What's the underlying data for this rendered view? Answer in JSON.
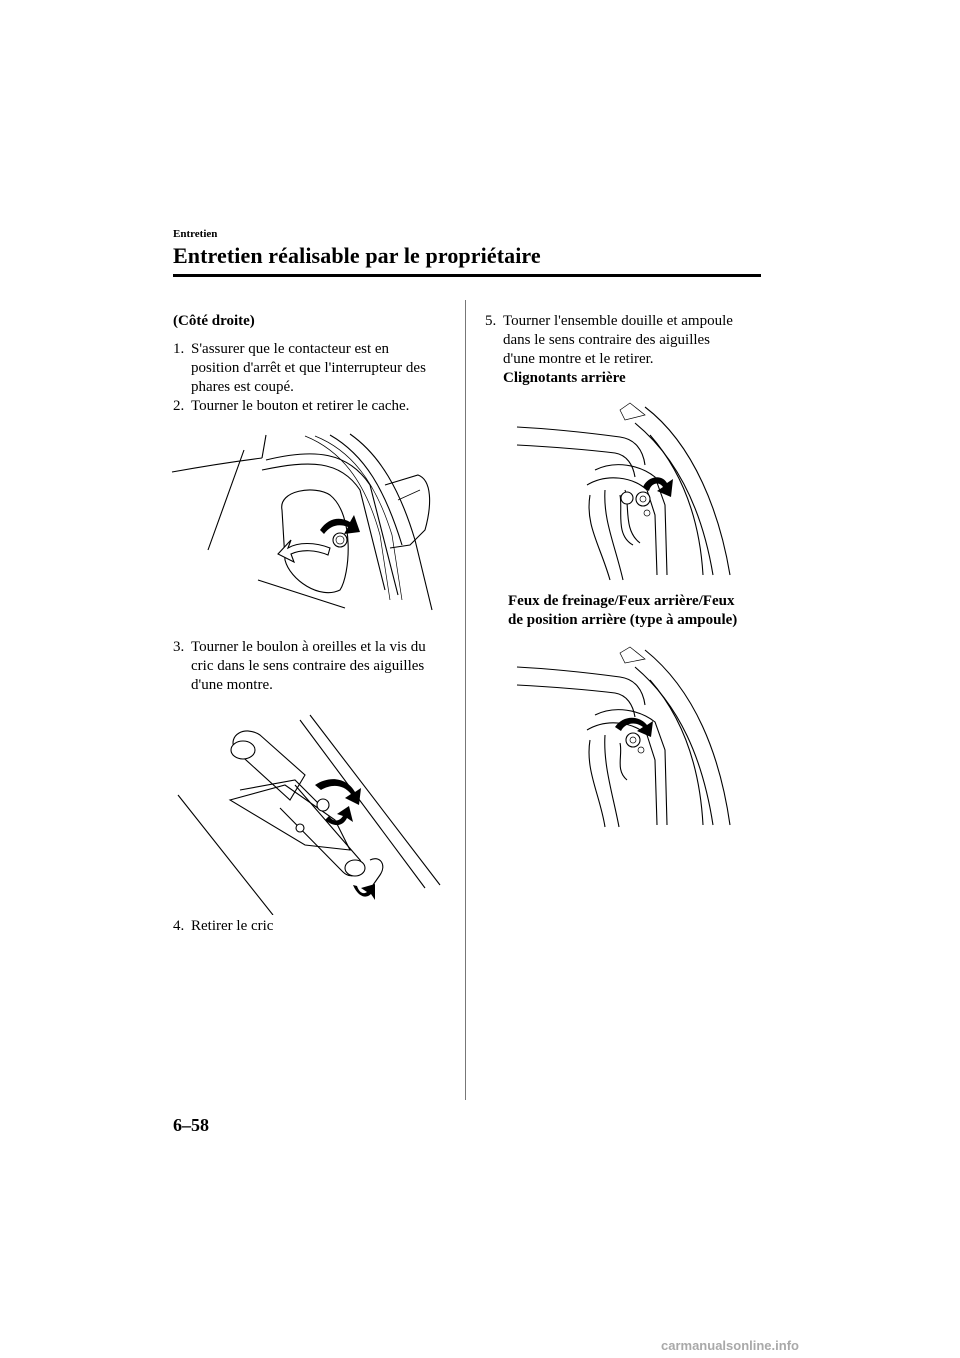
{
  "header": {
    "section_label": "Entretien",
    "section_title": "Entretien réalisable par le propriétaire"
  },
  "left_column": {
    "subheading": "(Côté droite)",
    "step1": {
      "num": "1.",
      "line1": "S'assurer que le contacteur est en",
      "line2": "position d'arrêt et que l'interrupteur des",
      "line3": "phares est coupé."
    },
    "step2": {
      "num": "2.",
      "line1": "Tourner le bouton et retirer le cache."
    },
    "step3": {
      "num": "3.",
      "line1": "Tourner le boulon à oreilles et la vis du",
      "line2": "cric dans le sens contraire des aiguilles",
      "line3": "d'une montre."
    },
    "step4": {
      "num": "4.",
      "line1": "Retirer le cric"
    }
  },
  "right_column": {
    "step5": {
      "num": "5.",
      "line1": "Tourner l'ensemble douille et ampoule",
      "line2": "dans le sens contraire des aiguilles",
      "line3": "d'une montre et le retirer."
    },
    "caption1": "Clignotants arrière",
    "caption2_line1": "Feux de freinage/Feux arrière/Feux",
    "caption2_line2": "de position arrière (type à ampoule)"
  },
  "footer": {
    "page_number": "6–58",
    "watermark": "carmanualsonline.info"
  }
}
